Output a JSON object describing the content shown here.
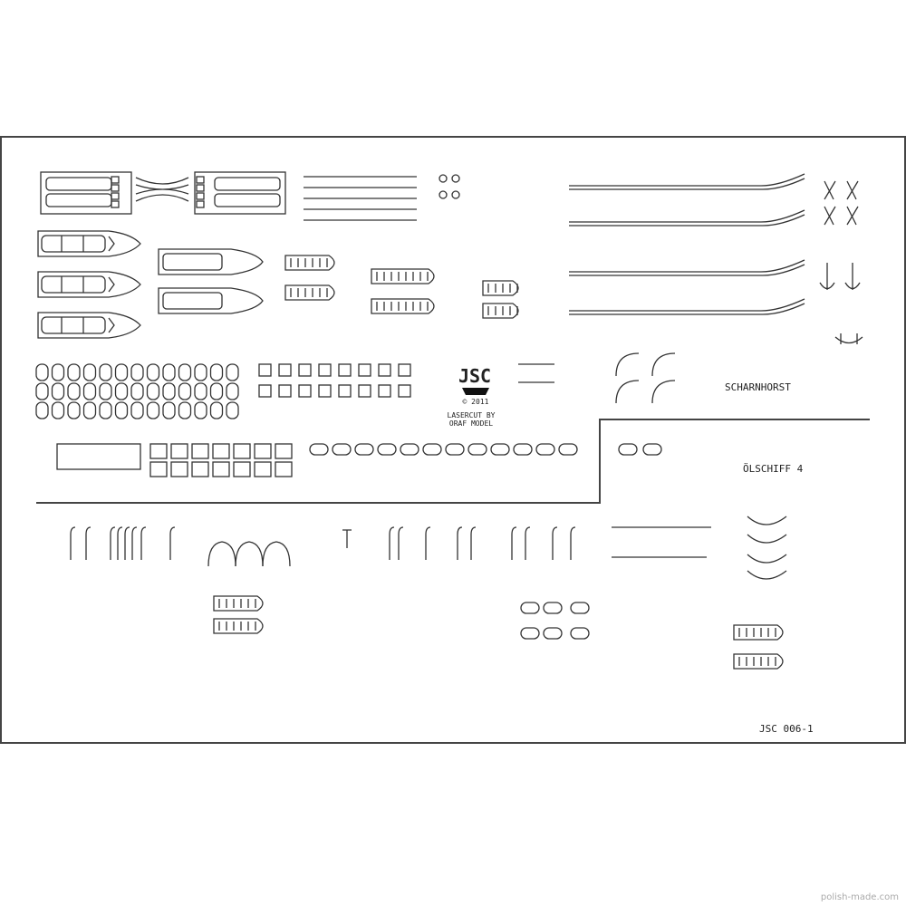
{
  "sheet": {
    "logo": "JSC",
    "copyright": "© 2011",
    "credit_line1": "LASERCUT BY",
    "credit_line2": "ORAF MODEL",
    "label_scharnhorst": "SCHARNHORST",
    "label_olschiff": "ÖLSCHIFF 4",
    "sheet_code": "JSC 006-1"
  },
  "watermark": "polish-made.com",
  "colors": {
    "line": "#333333",
    "frame": "#444444",
    "background": "#ffffff"
  }
}
